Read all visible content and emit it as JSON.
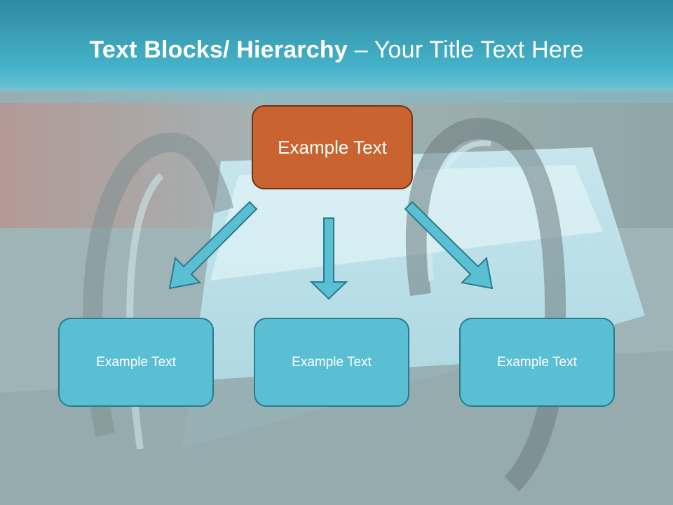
{
  "title": {
    "bold": "Text Blocks/ Hierarchy",
    "separator": " – ",
    "subtitle": "Your Title Text Here"
  },
  "diagram": {
    "root": {
      "label": "Example Text"
    },
    "children": [
      {
        "label": "Example Text"
      },
      {
        "label": "Example Text"
      },
      {
        "label": "Example Text"
      }
    ]
  },
  "colors": {
    "header_band": "#3aa7bf",
    "root_fill": "#c96330",
    "child_fill": "#5bbfd4",
    "arrow_fill": "#5bbfd4",
    "arrow_stroke": "#2b7a8e"
  }
}
